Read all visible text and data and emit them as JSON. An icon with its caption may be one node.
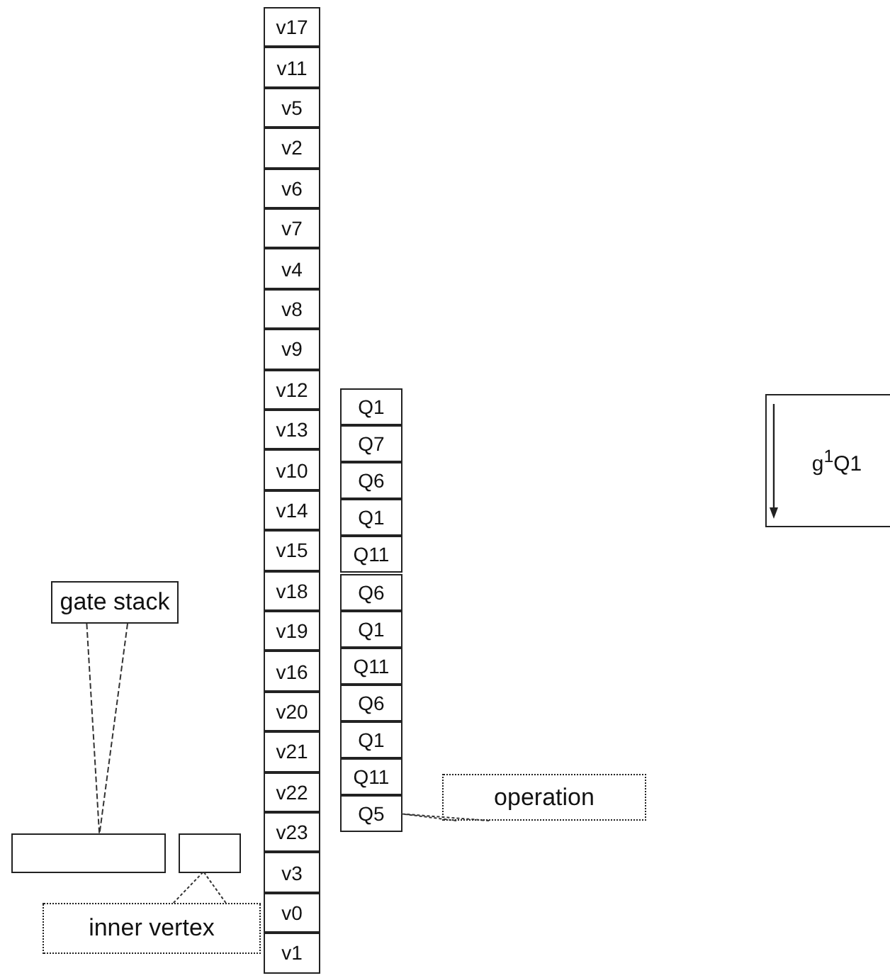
{
  "diagram": {
    "nodes": [
      {
        "text": [
          "v17"
        ]
      },
      {
        "text": [
          "v11"
        ]
      },
      {
        "text": [
          "v5"
        ]
      },
      {
        "text": [
          "v2"
        ]
      },
      {
        "text": [
          "v6"
        ]
      },
      {
        "text": [
          "v7"
        ]
      },
      {
        "text": [
          "v4"
        ]
      },
      {
        "text": [
          "v8"
        ]
      },
      {
        "text": [
          "v9"
        ]
      },
      {
        "text": [
          "v12"
        ]
      },
      {
        "text": [
          "v13"
        ]
      },
      {
        "text": [
          "v10"
        ]
      },
      {
        "text": [
          "v14"
        ]
      },
      {
        "text": [
          "v15"
        ]
      },
      {
        "text": [
          "v18"
        ]
      },
      {
        "text": [
          "v19"
        ]
      },
      {
        "text": [
          "v16"
        ]
      },
      {
        "text": [
          "v20"
        ]
      },
      {
        "text": [
          "v21"
        ]
      },
      {
        "text": [
          "v22"
        ]
      },
      {
        "text": [
          "v23"
        ]
      },
      {
        "text": [
          "v3"
        ]
      },
      {
        "text": [
          "v0"
        ]
      },
      {
        "text": [
          "v1"
        ]
      },
      {
        "text": [
          "Q1"
        ]
      },
      {
        "text": [
          "Q7"
        ]
      },
      {
        "text": [
          "Q6"
        ]
      },
      {
        "text": [
          "Q1"
        ]
      },
      {
        "text": [
          "Q11"
        ]
      },
      {
        "text": [
          "Q6"
        ]
      },
      {
        "text": [
          "Q1"
        ]
      },
      {
        "text": [
          "Q11"
        ]
      },
      {
        "text": [
          "Q6"
        ]
      },
      {
        "text": [
          "Q1"
        ]
      },
      {
        "text": [
          "Q11"
        ]
      },
      {
        "text": [
          "Q5"
        ]
      },
      {
        "text": [
          "gate stack"
        ]
      },
      {
        "text": [],
        "shape": "box"
      },
      {
        "text": [],
        "shape": "box"
      },
      {
        "text": [
          "inner vertex"
        ]
      },
      {
        "text": [
          "operation"
        ]
      },
      {
        "text": [
          "g$^{1}$Q1"
        ]
      }
    ],
    "edges": [
      {
        "from": 36,
        "to": 37,
        "arrow": "none"
      },
      {
        "from": 39,
        "to": 38,
        "arrow": "none"
      },
      {
        "from": 40,
        "to": 35,
        "arrow": "none"
      }
    ]
  }
}
